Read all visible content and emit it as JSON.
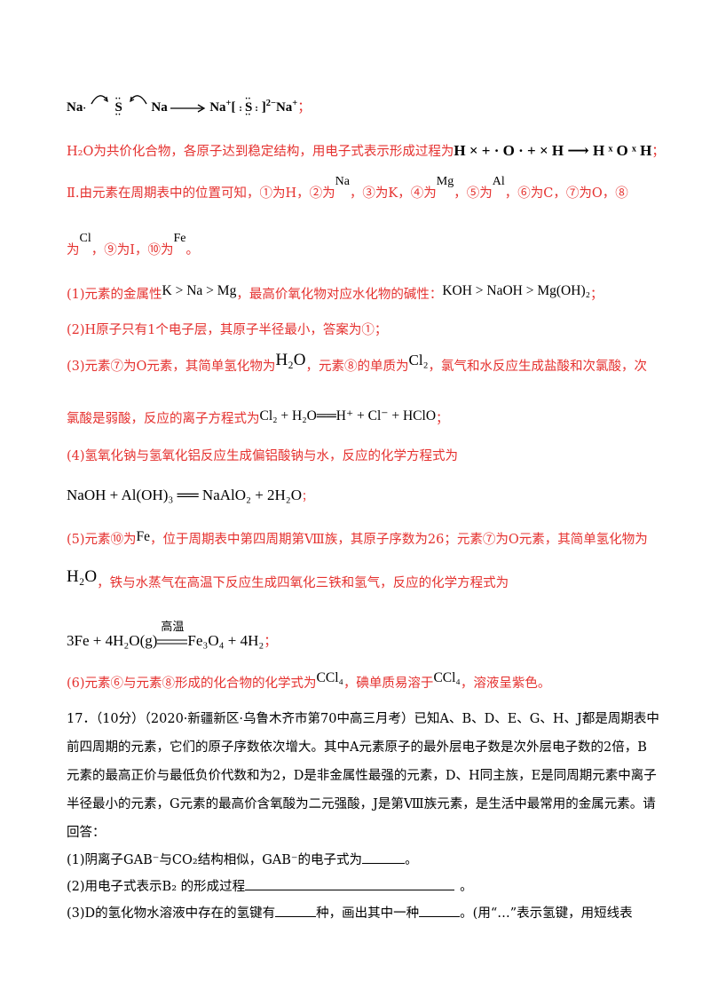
{
  "lines": {
    "l1_pre": "Na",
    "l1_s": "S",
    "l1_na2": "Na",
    "l1_prod": "Na",
    "l1_sulfur": "S",
    "l1_prod2": "Na",
    "l1_end": "；",
    "l2_text": "H₂O为共价化合物，各原子达到稳定结构，用电子式表示形成过程为",
    "l2_eq": "H × + · O · + × H ⟶ H ˣ O ˣ H",
    "l2_end": "；",
    "l3_a": "Ⅱ.由元素在周期表中的位置可知，①为H，②为",
    "l3_na": "Na",
    "l3_b": "，③为K，④为",
    "l3_mg": "Mg",
    "l3_c": "，⑤为",
    "l3_al": "Al",
    "l3_d": "，⑥为C，⑦为O，⑧",
    "l4_a": "为",
    "l4_cl": "Cl",
    "l4_b": "，⑨为I，⑩为",
    "l4_fe": "Fe",
    "l4_c": "。",
    "l5_a": "(1)元素的金属性",
    "l5_eq1": "K > Na > Mg",
    "l5_b": "，最高价氧化物对应水化物的碱性：",
    "l5_eq2": "KOH > NaOH > Mg(OH)₂",
    "l5_c": "；",
    "l6": "(2)H原子只有1个电子层，其原子半径最小，答案为①；",
    "l7_a": "(3)元素⑦为O元素，其简单氢化物为",
    "l7_h2o": "H₂O",
    "l7_b": "，元素⑧的单质为",
    "l7_cl2": "Cl₂",
    "l7_c": "，氯气和水反应生成盐酸和次氯酸，次",
    "l8_a": "氯酸是弱酸，反应的离子方程式为",
    "l8_eq": "Cl₂ + H₂O══H⁺ + Cl⁻ + HClO",
    "l8_b": "；",
    "l9": "(4)氢氧化钠与氢氧化铝反应生成偏铝酸钠与水，反应的化学方程式为",
    "l10_eq": "NaOH + Al(OH)₃ ══ NaAlO₂ + 2H₂O",
    "l10_b": "；",
    "l11_a": "(5)元素⑩为",
    "l11_fe": "Fe",
    "l11_b": "，位于周期表中第四周期第Ⅷ族，其原子序数为26；元素⑦为O元素，其简单氢化物为",
    "l12_h2o": "H₂O",
    "l12_b": "，铁与水蒸气在高温下反应生成四氧化三铁和氢气，反应的化学方程式为",
    "l13_cond": "高温",
    "l13_eq_left": "3Fe + 4H₂O(g)",
    "l13_eq_right": "Fe₃O₄ + 4H₂",
    "l13_end": "；",
    "l14_a": "(6)元素⑥与元素⑧形成的化合物的化学式为",
    "l14_ccl4": "CCl₄",
    "l14_b": "，碘单质易溶于",
    "l14_ccl4b": "CCl₄",
    "l14_c": "，溶液呈紫色。",
    "q17_1": "17．（10分）（2020·新疆新区·乌鲁木齐市第70中高三月考）已知A、B、D、E、G、H、J都是周期表中",
    "q17_2": "前四周期的元素，它们的原子序数依次增大。其中A元素原子的最外层电子数是次外层电子数的2倍，B",
    "q17_3": "元素的最高正价与最低负价代数和为2，D是非金属性最强的元素，D、H同主族，E是同周期元素中离子",
    "q17_4": "半径最小的元素，G元素的最高价含氧酸为二元强酸，J是第Ⅷ族元素，是生活中最常用的金属元素。请",
    "q17_5": "回答：",
    "q17_s1_a": "(1)阴离子GAB⁻与CO₂结构相似，GAB⁻的电子式为",
    "q17_s1_b": "。",
    "q17_s2_a": "(2)用电子式表示B₂ 的形成过程",
    "q17_s2_b": "。",
    "q17_s3_a": "(3)D的氢化物水溶液中存在的氢键有",
    "q17_s3_b": "种，画出其中一种",
    "q17_s3_c": "。(用“…”表示氢键，用短线表"
  }
}
